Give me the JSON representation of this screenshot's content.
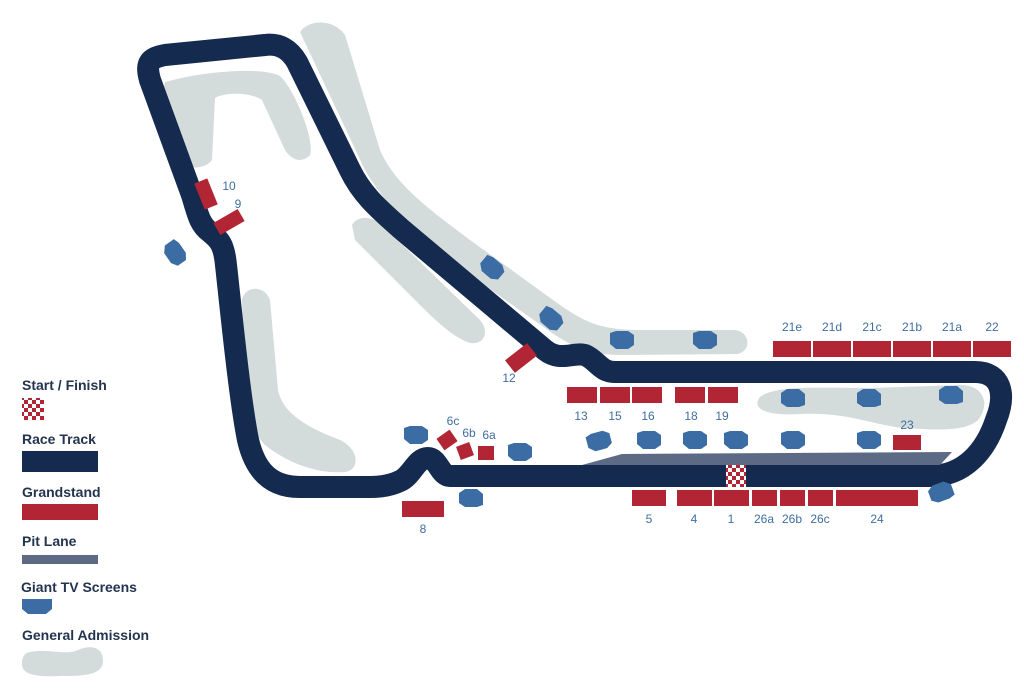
{
  "colors": {
    "track": "#142a4e",
    "grandstand": "#b22534",
    "pit_lane": "#5c6a85",
    "tv_screen": "#3b6ca3",
    "general_admission": "#d3dbdb",
    "label": "#3f6ea0"
  },
  "legend": {
    "start_finish": "Start / Finish",
    "race_track": "Race Track",
    "grandstand": "Grandstand",
    "pit_lane": "Pit Lane",
    "tv_screens": "Giant TV Screens",
    "general_admission": "General Admission"
  },
  "grandstands": {
    "g21e": "21e",
    "g21d": "21d",
    "g21c": "21c",
    "g21b": "21b",
    "g21a": "21a",
    "g22": "22",
    "g13": "13",
    "g15": "15",
    "g16": "16",
    "g18": "18",
    "g19": "19",
    "g23": "23",
    "g5": "5",
    "g4": "4",
    "g1": "1",
    "g26a": "26a",
    "g26b": "26b",
    "g26c": "26c",
    "g24": "24",
    "g8": "8",
    "g12": "12",
    "g10": "10",
    "g9": "9",
    "g6c": "6c",
    "g6b": "6b",
    "g6a": "6a"
  }
}
